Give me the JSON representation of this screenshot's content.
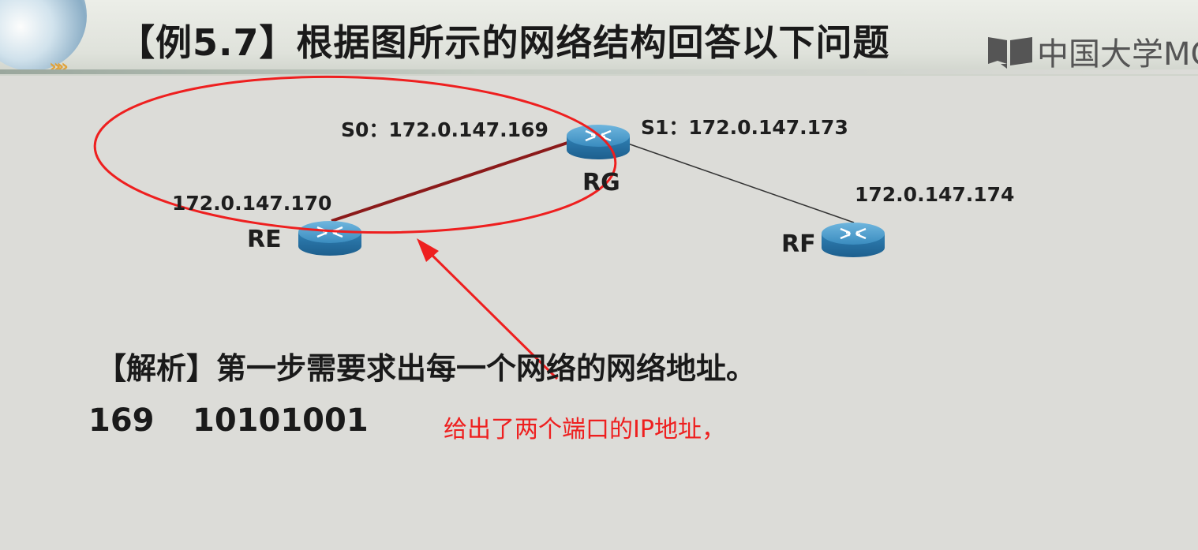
{
  "slide": {
    "title": "【例5.7】根据图所示的网络结构回答以下问题",
    "logo_text": "中国大学MO",
    "logo_icon": "mooc-book-icon",
    "header_chevrons": "»»"
  },
  "network": {
    "routers": [
      {
        "name": "RG",
        "interfaces": [
          {
            "label": "S0：172.0.147.169"
          },
          {
            "label": "S1：172.0.147.173"
          }
        ]
      },
      {
        "name": "RE",
        "ip": "172.0.147.170"
      },
      {
        "name": "RF",
        "ip": "172.0.147.174"
      }
    ],
    "links": [
      {
        "from": "RE",
        "to": "RG",
        "color": "#8b1a1a",
        "highlighted": true
      },
      {
        "from": "RG",
        "to": "RF",
        "color": "#333333",
        "highlighted": false
      }
    ],
    "router_color": "#3f92c4"
  },
  "analysis": {
    "text": "【解析】第一步需要求出每一个网络的网络地址。",
    "decimal": "169",
    "binary": "10101001"
  },
  "annotation": {
    "text": "给出了两个端口的IP地址，",
    "color": "#ee1f1f"
  }
}
